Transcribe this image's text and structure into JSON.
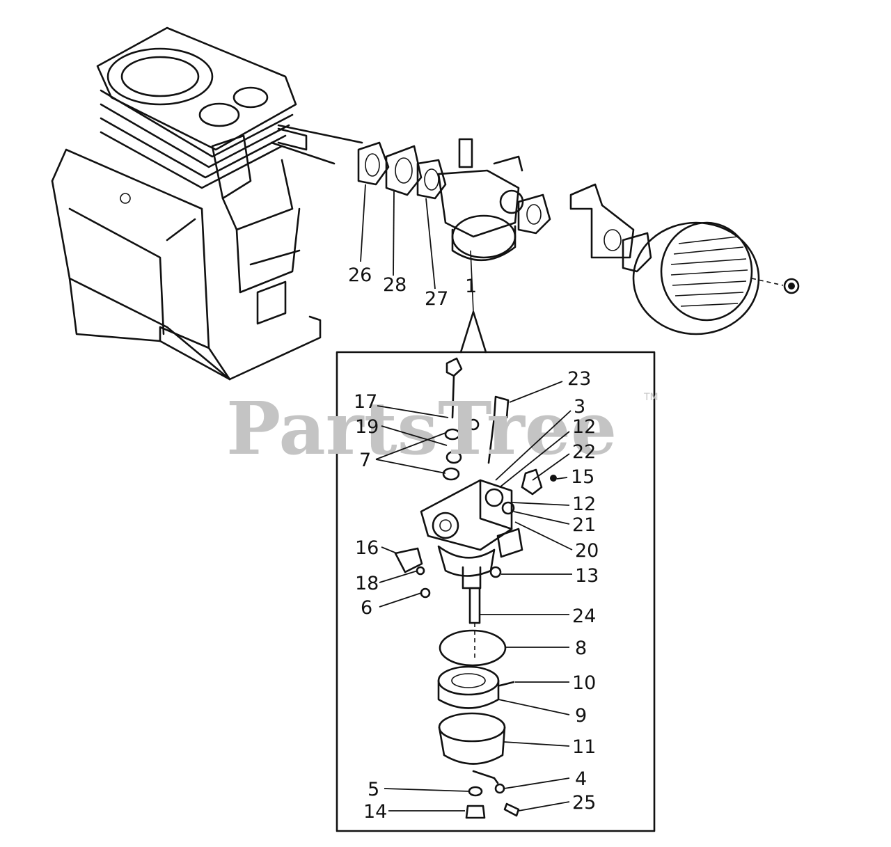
{
  "watermark": {
    "text": "PartsTree",
    "trademark": "TM"
  },
  "callouts": [
    "26",
    "28",
    "27",
    "1",
    "23",
    "17",
    "3",
    "12",
    "19",
    "22",
    "7",
    "15",
    "12",
    "21",
    "20",
    "16",
    "13",
    "18",
    "6",
    "24",
    "8",
    "10",
    "9",
    "11",
    "4",
    "5",
    "25",
    "14"
  ]
}
